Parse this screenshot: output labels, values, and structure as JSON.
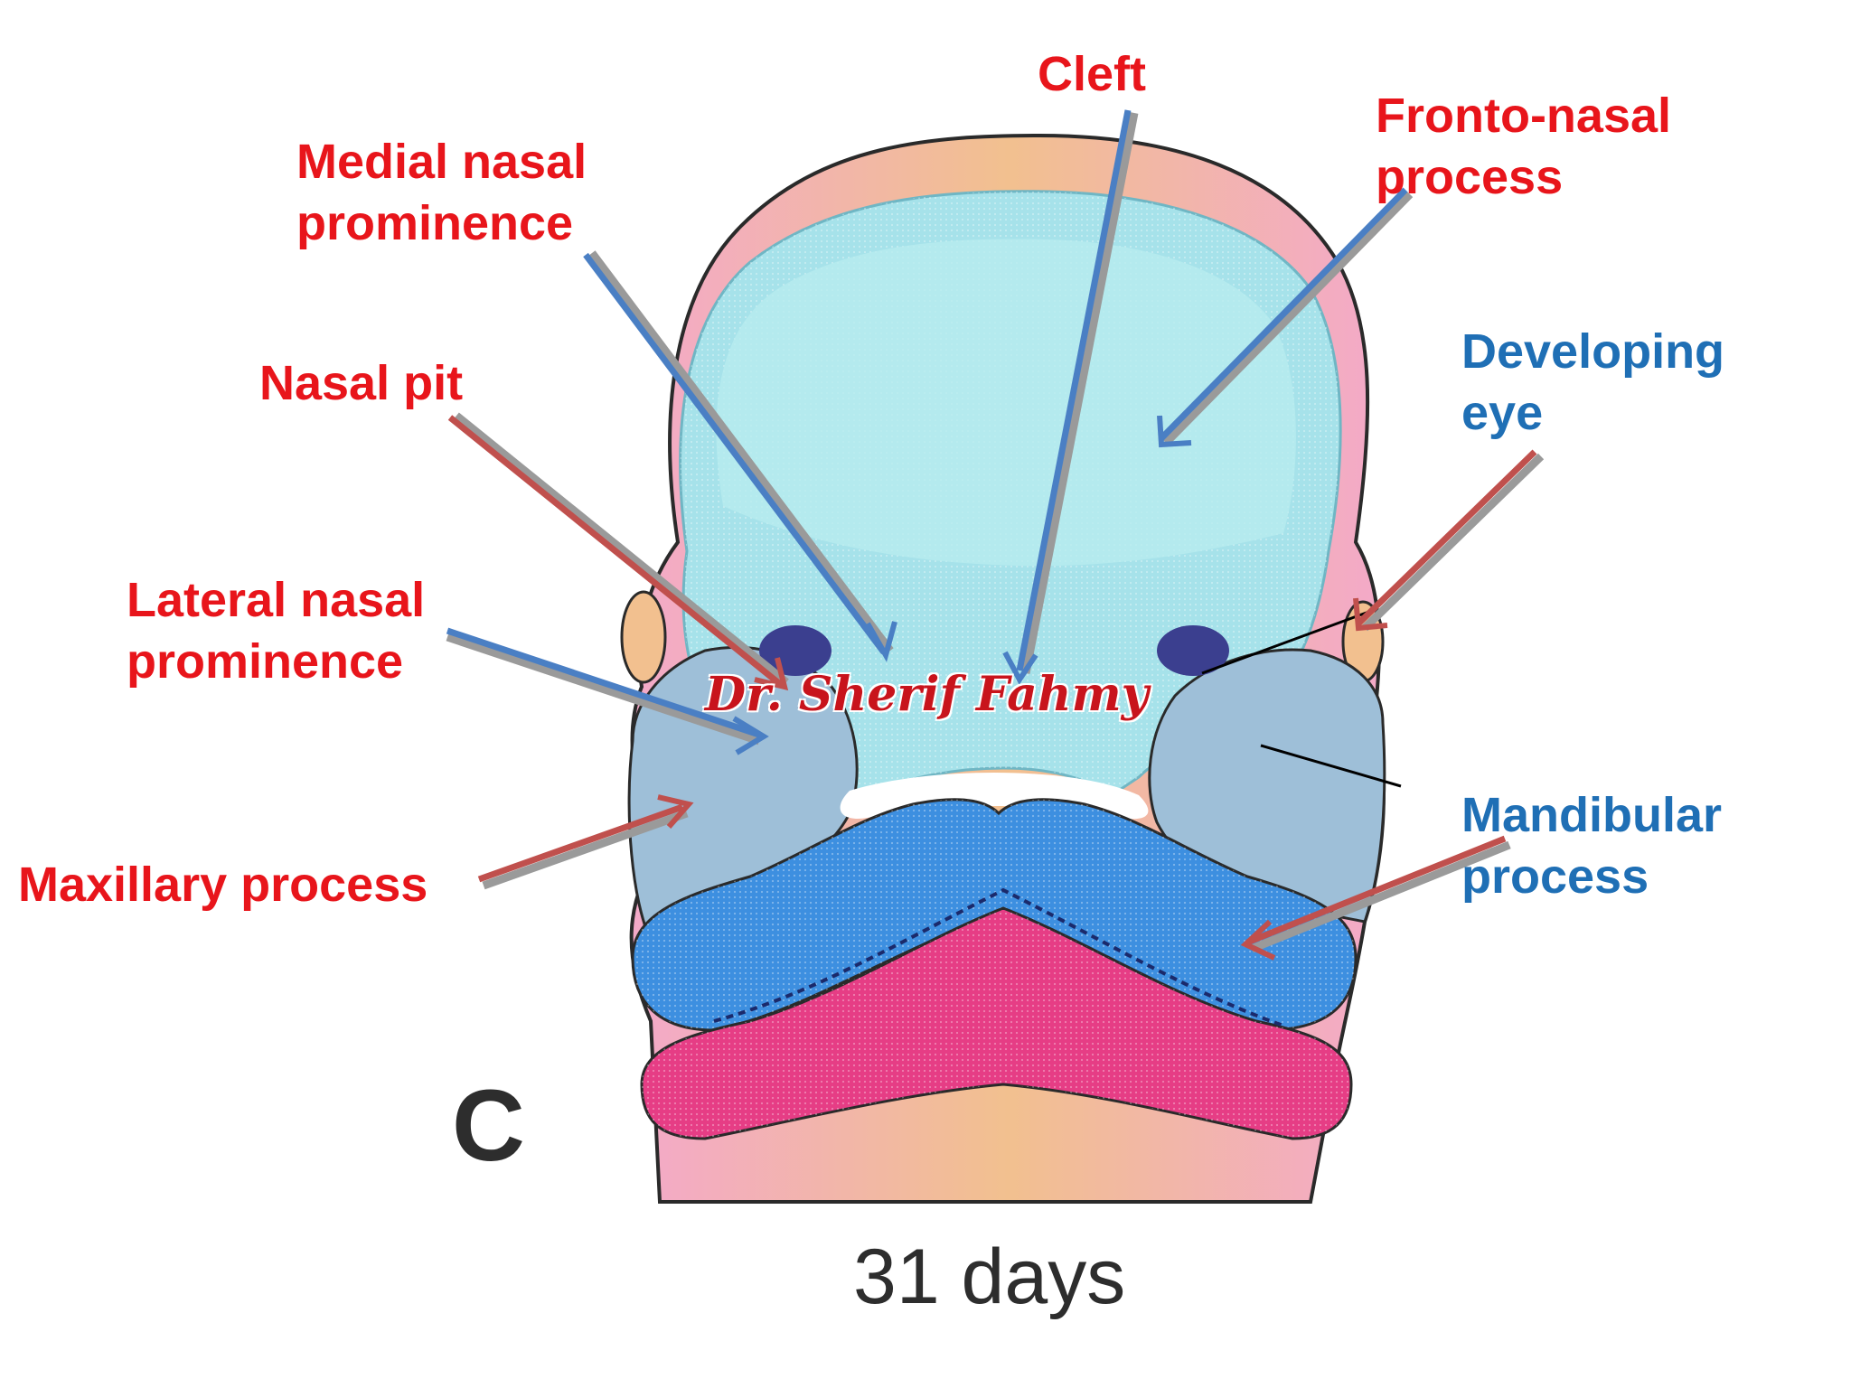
{
  "labels": {
    "cleft": "Cleft",
    "fronto_nasal_line1": "Fronto-nasal",
    "fronto_nasal_line2": "process",
    "medial_nasal_line1": "Medial nasal",
    "medial_nasal_line2": "prominence",
    "nasal_pit": "Nasal pit",
    "developing_eye_line1": "Developing",
    "developing_eye_line2": "eye",
    "lateral_nasal_line1": "Lateral nasal",
    "lateral_nasal_line2": "prominence",
    "maxillary": "Maxillary process",
    "mandibular_line1": "Mandibular",
    "mandibular_line2": "process"
  },
  "panel_letter": "C",
  "age": "31 days",
  "watermark": "Dr. Sherif Fahmy",
  "colors": {
    "label_red": "#e8151b",
    "label_blue": "#1f6fb5",
    "frontonasal_fill": "#a6e2ea",
    "mandibular_fill": "#3d8fe0",
    "pharyngeal_arch_fill": "#e63d85",
    "outer_skin_pink": "#f3a9c9",
    "outer_skin_orange": "#f2c08f",
    "arrow_blue": "#4a7fc4",
    "arrow_red": "#c0504d"
  }
}
